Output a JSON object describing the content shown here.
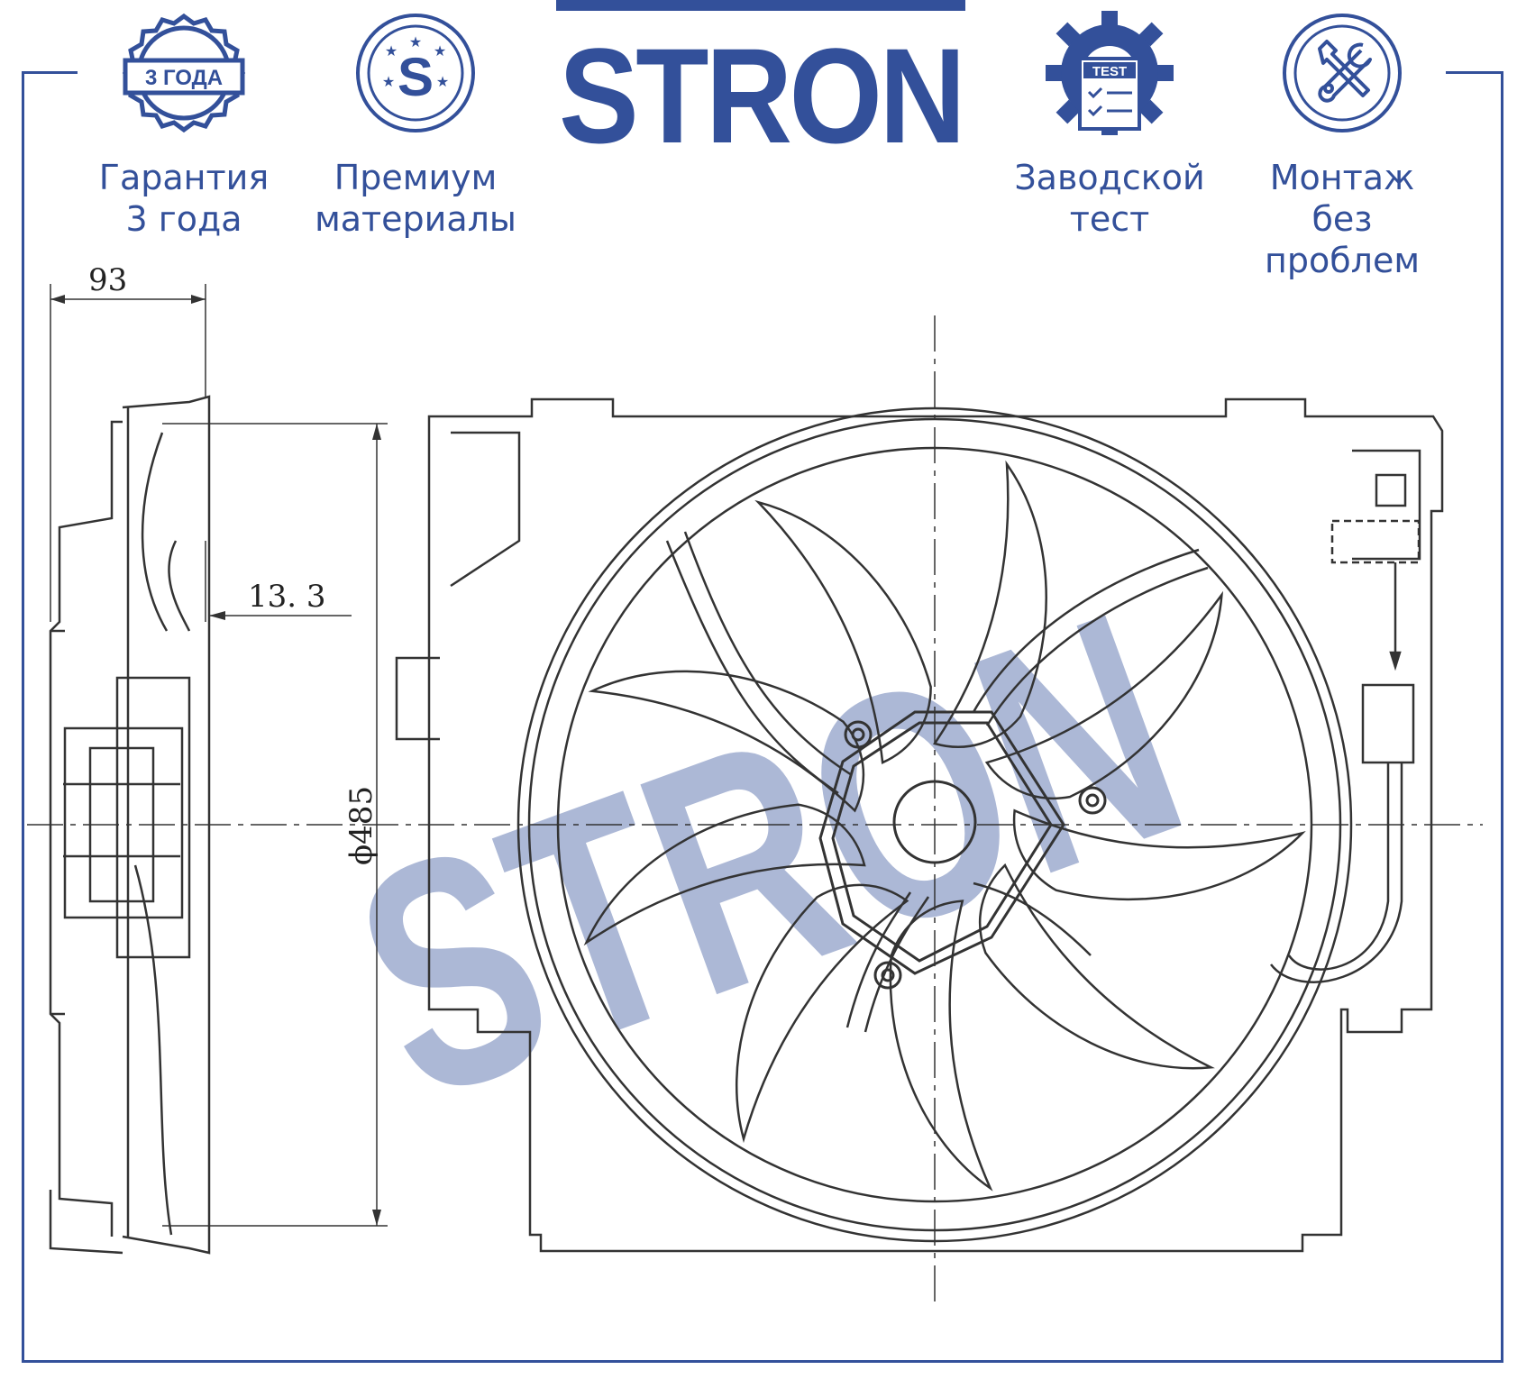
{
  "brand": {
    "logo_text": "STRON",
    "watermark_text": "STRON",
    "color": "#33509a"
  },
  "features": [
    {
      "icon": "warranty-seal-icon",
      "badge_text": "3 ГОДА",
      "line1": "Гарантия",
      "line2": "3 года"
    },
    {
      "icon": "premium-s-icon",
      "badge_text": "S",
      "line1": "Премиум",
      "line2": "материалы"
    },
    {
      "icon": "gear-test-icon",
      "badge_text": "TEST",
      "line1": "Заводской",
      "line2": "тест"
    },
    {
      "icon": "wrench-screwdriver-icon",
      "line1": "Монтаж",
      "line2": "без проблем"
    }
  ],
  "dimensions": {
    "depth": "93",
    "offset": "13. 3",
    "diameter": "ϕ485"
  }
}
